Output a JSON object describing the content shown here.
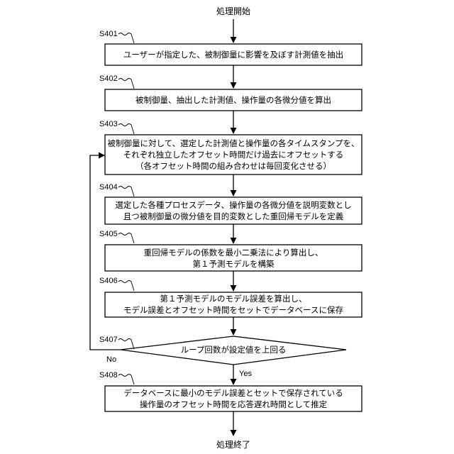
{
  "start_label": "処理開始",
  "end_label": "処理終了",
  "steps": [
    {
      "id": "S401",
      "lines": [
        "ユーザーが指定した、被制御量に影響を及ぼす計測値を抽出"
      ]
    },
    {
      "id": "S402",
      "lines": [
        "被制御量、抽出した計測値、操作量の各微分値を算出"
      ]
    },
    {
      "id": "S403",
      "lines": [
        "被制御量に対して、選定した計測値と操作量の各タイムスタンプを、",
        "それぞれ独立したオフセット時間だけ過去にオフセットする",
        "（各オフセット時間の組み合わせは毎回変化させる）"
      ]
    },
    {
      "id": "S404",
      "lines": [
        "選定した各種プロセスデータ、操作量の各微分値を説明変数とし",
        "且つ被制御量の微分値を目的変数とした重回帰モデルを定義"
      ]
    },
    {
      "id": "S405",
      "lines": [
        "重回帰モデルの係数を最小二乗法により算出し、",
        "第１予測モデルを構築"
      ]
    },
    {
      "id": "S406",
      "lines": [
        "第１予測モデルのモデル誤差を算出し、",
        "モデル誤差とオフセット時間をセットでデータベースに保存"
      ]
    },
    {
      "id": "S408",
      "lines": [
        "データベースに最小のモデル誤差とセットで保存されている",
        "操作量のオフセット時間を応答遅れ時間として推定"
      ]
    }
  ],
  "decision": {
    "id": "S407",
    "text": "ループ回数が設定値を上回る",
    "no_label": "No",
    "yes_label": "Yes"
  }
}
